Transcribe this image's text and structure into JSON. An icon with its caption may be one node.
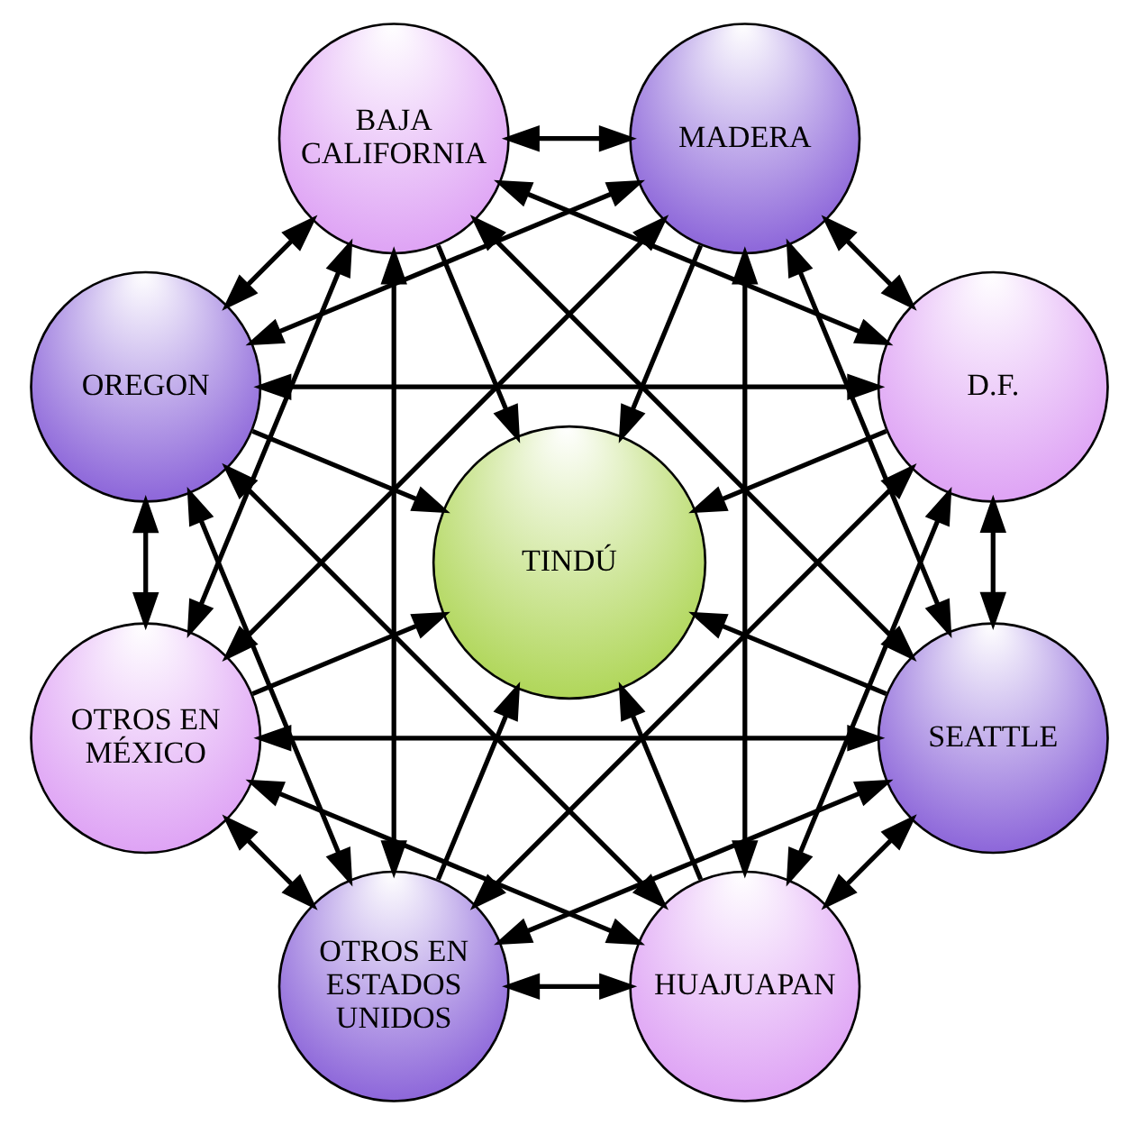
{
  "diagram": {
    "nodes": [
      {
        "text": [
          "D.F."
        ]
      },
      {
        "text": [
          "MADERA"
        ]
      },
      {
        "text": [
          "SEATTLE"
        ]
      },
      {
        "text": [
          "BAJA CALIFORNIA"
        ]
      },
      {
        "text": [
          "TINDÚ"
        ]
      },
      {
        "text": [
          "HUAJUAPAN"
        ]
      },
      {
        "text": [
          "OREGON"
        ]
      },
      {
        "text": [
          "OTROS EN ESTADOS UNIDOS"
        ]
      },
      {
        "text": [
          "OTROS EN MÉXICO"
        ]
      }
    ],
    "edges": [
      {
        "from": 0,
        "to": 4,
        "arrow": "to"
      },
      {
        "from": 2,
        "to": 4,
        "arrow": "to"
      },
      {
        "from": 5,
        "to": 4,
        "arrow": "to"
      },
      {
        "from": 7,
        "to": 4,
        "arrow": "to"
      },
      {
        "from": 8,
        "to": 4,
        "arrow": "to"
      },
      {
        "from": 6,
        "to": 4,
        "arrow": "to"
      },
      {
        "from": 3,
        "to": 4,
        "arrow": "to"
      },
      {
        "from": 1,
        "to": 4,
        "arrow": "to"
      },
      {
        "from": 0,
        "to": 2,
        "arrow": "both"
      },
      {
        "from": 0,
        "to": 5,
        "arrow": "both"
      },
      {
        "from": 0,
        "to": 7,
        "arrow": "both"
      },
      {
        "from": 0,
        "to": 6,
        "arrow": "both"
      },
      {
        "from": 0,
        "to": 3,
        "arrow": "both"
      },
      {
        "from": 0,
        "to": 1,
        "arrow": "both"
      },
      {
        "from": 2,
        "to": 5,
        "arrow": "both"
      },
      {
        "from": 2,
        "to": 7,
        "arrow": "both"
      },
      {
        "from": 2,
        "to": 8,
        "arrow": "both"
      },
      {
        "from": 2,
        "to": 3,
        "arrow": "both"
      },
      {
        "from": 2,
        "to": 1,
        "arrow": "both"
      },
      {
        "from": 5,
        "to": 7,
        "arrow": "both"
      },
      {
        "from": 5,
        "to": 8,
        "arrow": "both"
      },
      {
        "from": 5,
        "to": 6,
        "arrow": "both"
      },
      {
        "from": 5,
        "to": 1,
        "arrow": "both"
      },
      {
        "from": 7,
        "to": 8,
        "arrow": "both"
      },
      {
        "from": 7,
        "to": 6,
        "arrow": "both"
      },
      {
        "from": 7,
        "to": 3,
        "arrow": "both"
      },
      {
        "from": 8,
        "to": 6,
        "arrow": "both"
      },
      {
        "from": 8,
        "to": 3,
        "arrow": "both"
      },
      {
        "from": 8,
        "to": 1,
        "arrow": "both"
      },
      {
        "from": 6,
        "to": 3,
        "arrow": "both"
      },
      {
        "from": 6,
        "to": 1,
        "arrow": "both"
      },
      {
        "from": 3,
        "to": 1,
        "arrow": "both"
      }
    ]
  }
}
